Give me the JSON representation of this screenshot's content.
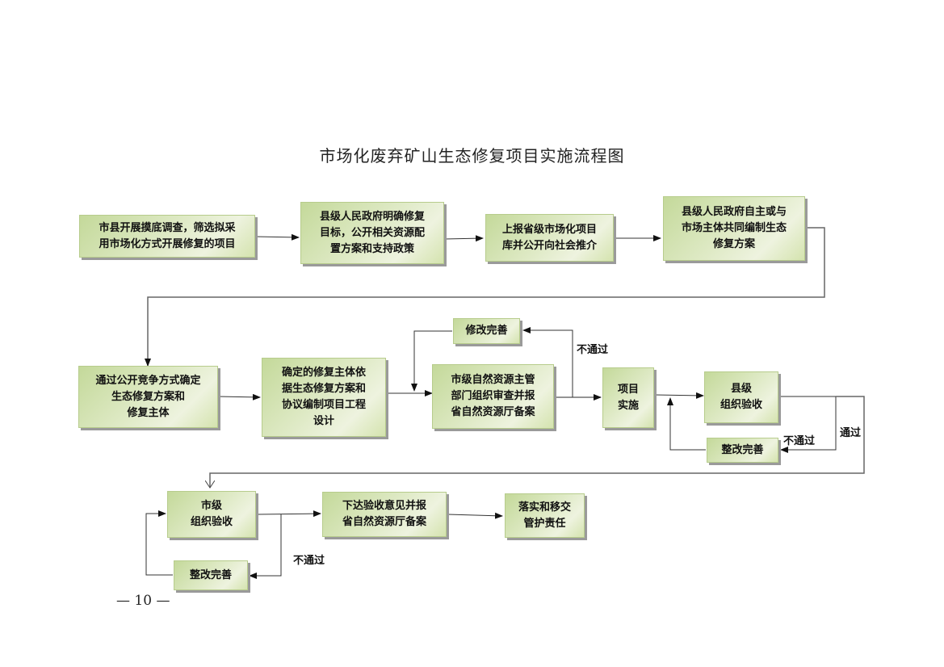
{
  "title": "市场化废弃矿山生态修复项目实施流程图",
  "nodes": {
    "n1": [
      "市县开展摸底调查，筛选拟采",
      "用市场化方式开展修复的项目"
    ],
    "n2": [
      "县级人民政府明确修复",
      "目标，公开相关资源配",
      "置方案和支持政策"
    ],
    "n3": [
      "上报省级市场化项目",
      "库并公开向社会推介"
    ],
    "n4": [
      "县级人民政府自主或与",
      "市场主体共同编制生态",
      "修复方案"
    ],
    "n5": [
      "通过公开竞争方式确定",
      "生态修复方案和",
      "修复主体"
    ],
    "n6": [
      "确定的修复主体依",
      "据生态修复方案和",
      "协议编制项目工程",
      "设计"
    ],
    "n7": [
      "市级自然资源主管",
      "部门组织审查并报",
      "省自然资源厅备案"
    ],
    "n7_fix": [
      "修改完善"
    ],
    "n8": [
      "项目",
      "实施"
    ],
    "n9": [
      "县级",
      "组织验收"
    ],
    "n9_fix": [
      "整改完善"
    ],
    "n10": [
      "市级",
      "组织验收"
    ],
    "n10_fix": [
      "整改完善"
    ],
    "n11": [
      "下达验收意见并报",
      "省自然资源厅备案"
    ],
    "n12": [
      "落实和移交",
      "管护责任"
    ]
  },
  "edge_labels": {
    "fail_review": "不通过",
    "fail_county": "不通过",
    "pass_county": "通过",
    "fail_city": "不通过"
  },
  "page_number": "— 10 —"
}
